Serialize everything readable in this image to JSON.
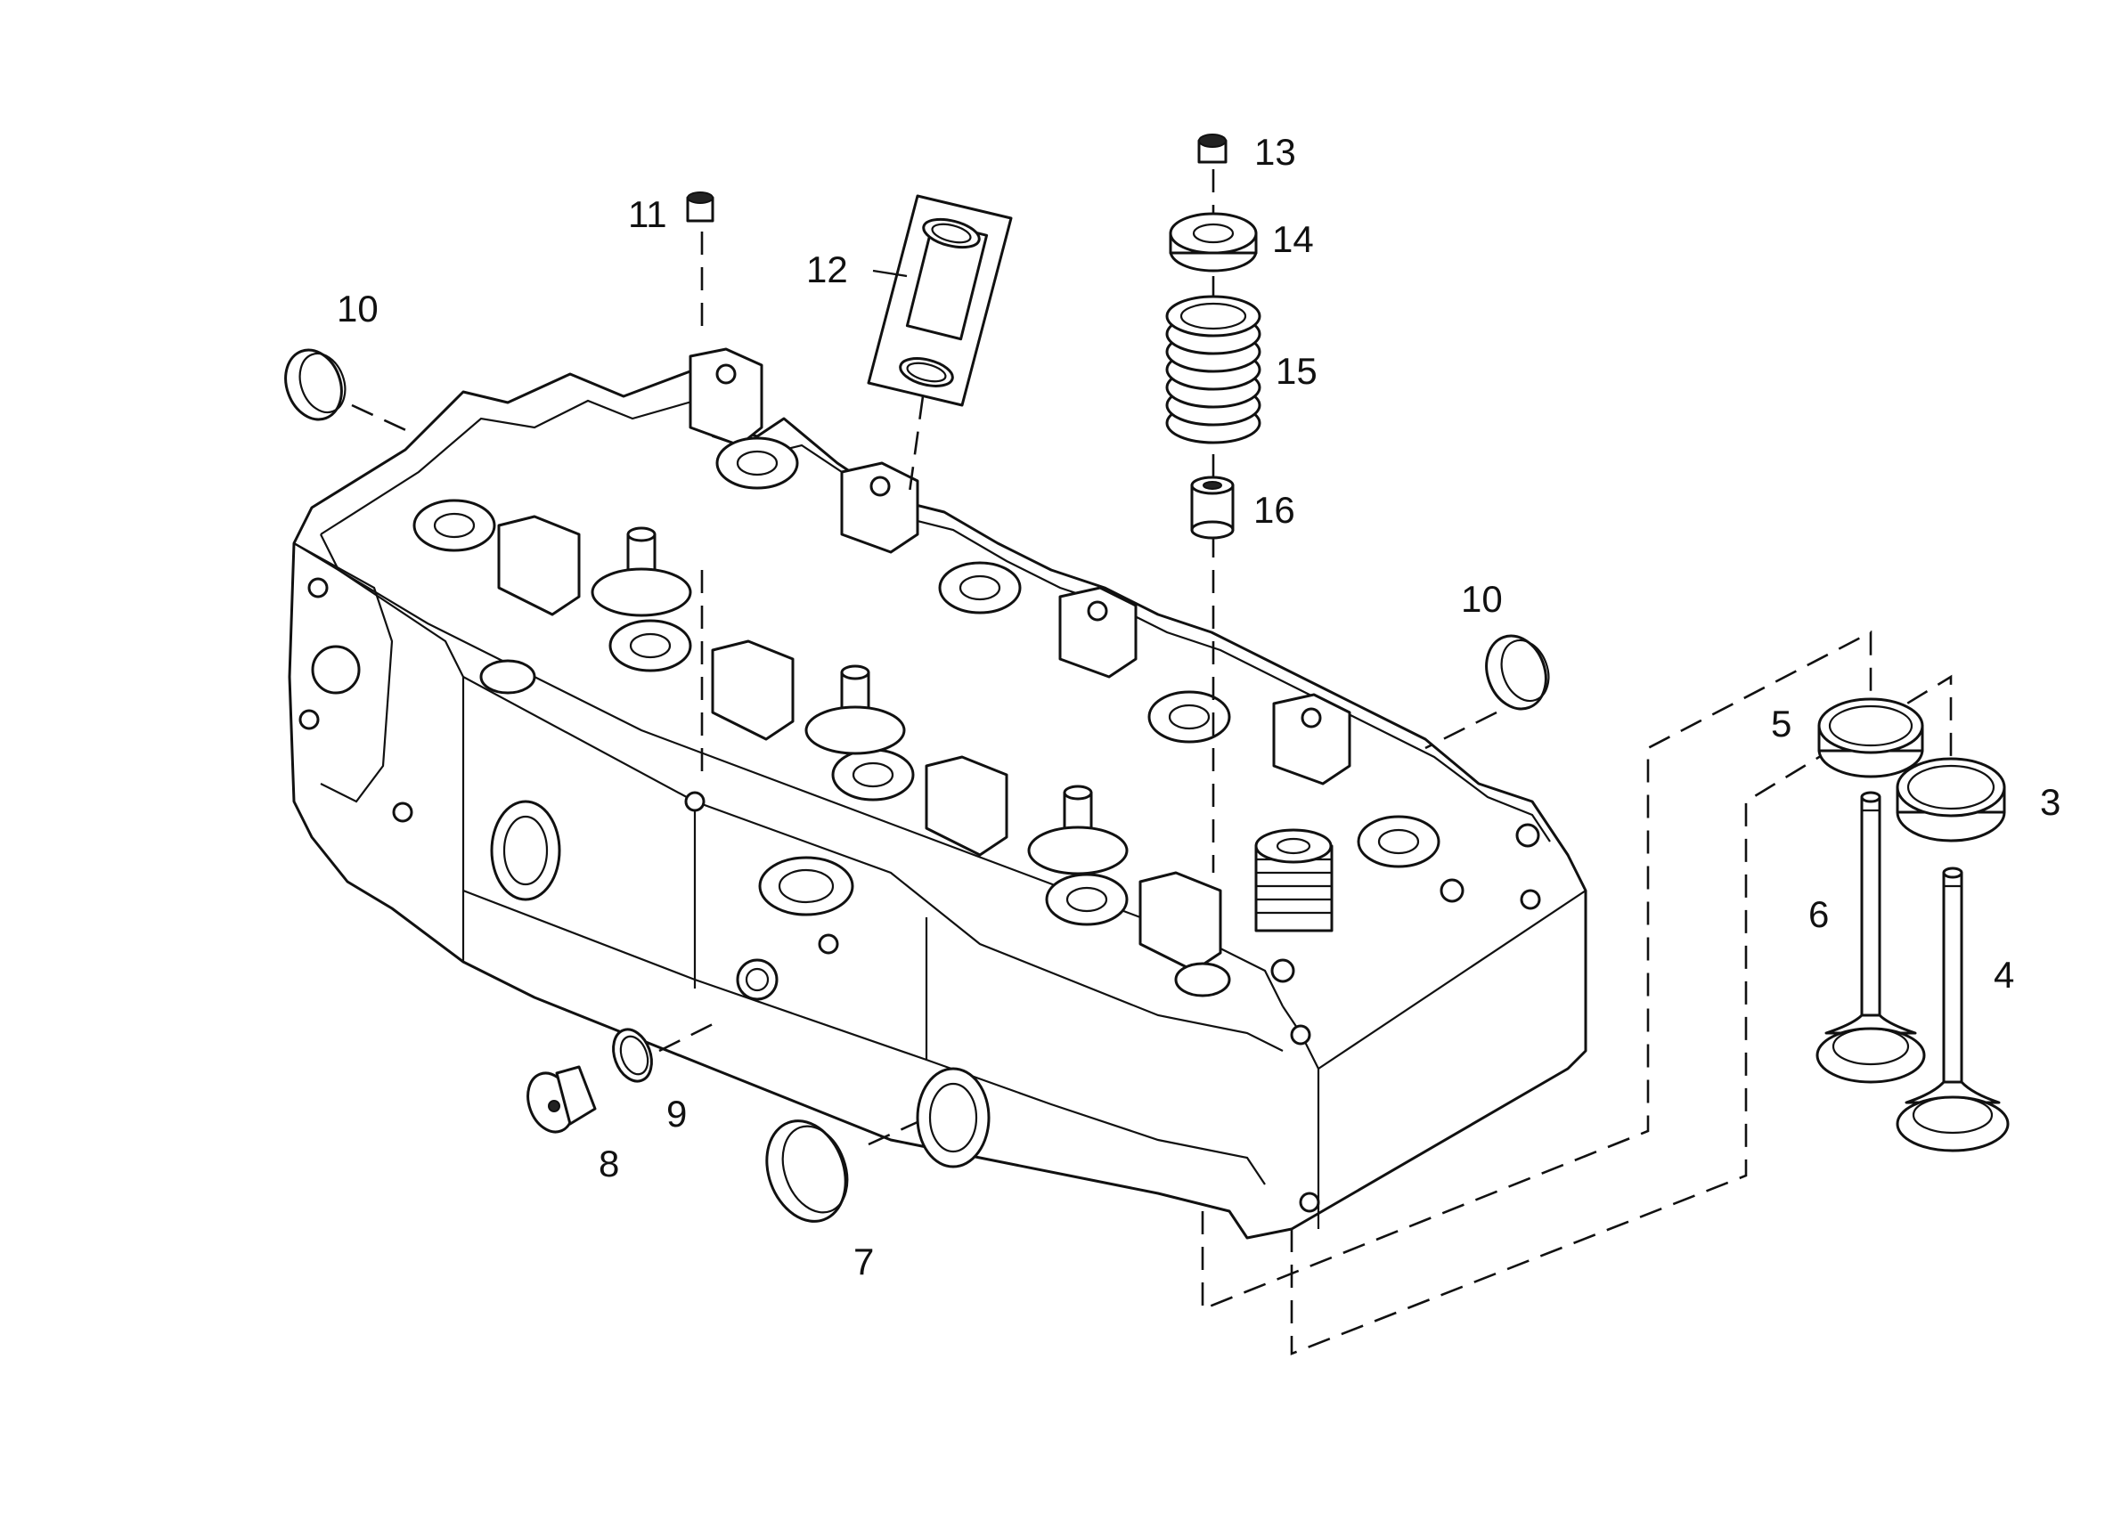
{
  "diagram": {
    "callouts": [
      {
        "id": "c3",
        "text": "3"
      },
      {
        "id": "c4",
        "text": "4"
      },
      {
        "id": "c5",
        "text": "5"
      },
      {
        "id": "c6",
        "text": "6"
      },
      {
        "id": "c7",
        "text": "7"
      },
      {
        "id": "c8",
        "text": "8"
      },
      {
        "id": "c9",
        "text": "9"
      },
      {
        "id": "c10a",
        "text": "10"
      },
      {
        "id": "c10b",
        "text": "10"
      },
      {
        "id": "c11",
        "text": "11"
      },
      {
        "id": "c12",
        "text": "12"
      },
      {
        "id": "c13",
        "text": "13"
      },
      {
        "id": "c14",
        "text": "14"
      },
      {
        "id": "c15",
        "text": "15"
      },
      {
        "id": "c16",
        "text": "16"
      }
    ]
  },
  "colors": {
    "line": "#111111",
    "background": "#ffffff"
  }
}
